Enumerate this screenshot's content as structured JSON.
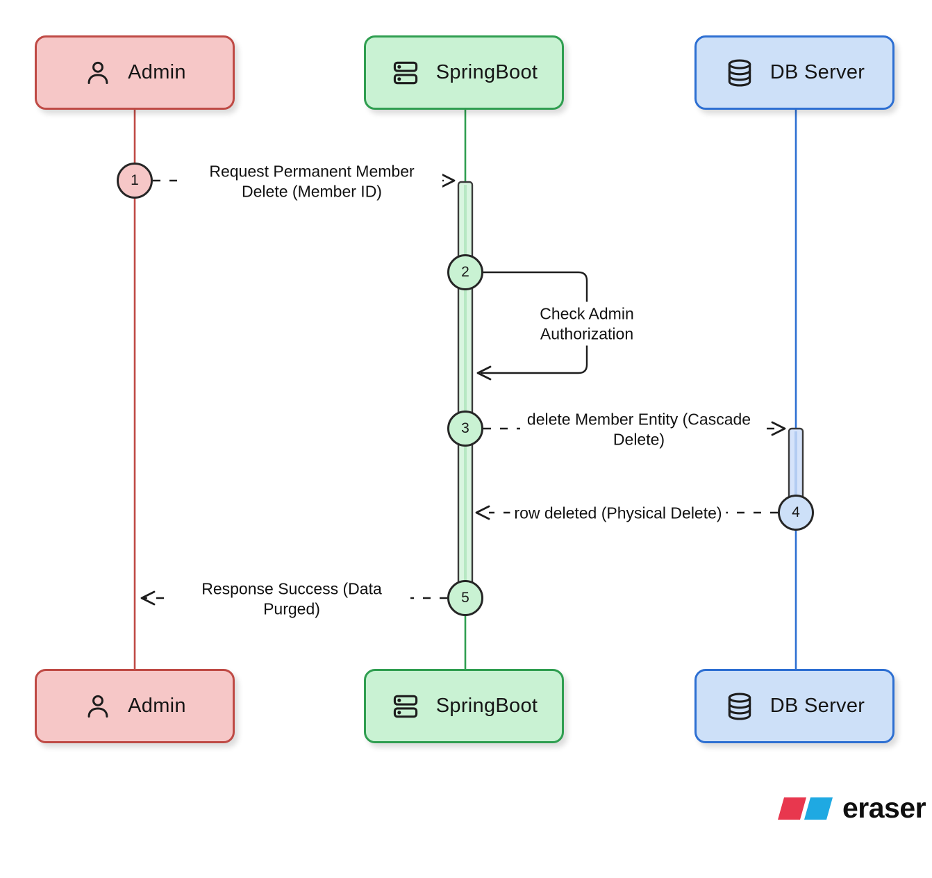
{
  "actors": [
    {
      "name": "Admin",
      "icon": "person-icon",
      "fill": "#f6c7c7",
      "stroke": "#bf4a45"
    },
    {
      "name": "SpringBoot",
      "icon": "server-icon",
      "fill": "#c9f2d3",
      "stroke": "#2f9e50"
    },
    {
      "name": "DB Server",
      "icon": "database-icon",
      "fill": "#cde0f8",
      "stroke": "#2d6fd2"
    }
  ],
  "steps": [
    {
      "num": "1",
      "label": "Request Permanent Member Delete (Member ID)",
      "from": "Admin",
      "to": "SpringBoot",
      "line": "dashed-arrow"
    },
    {
      "num": "2",
      "label": "Check Admin Authorization",
      "from": "SpringBoot",
      "to": "SpringBoot",
      "line": "self-loop"
    },
    {
      "num": "3",
      "label": "delete Member Entity (Cascade Delete)",
      "from": "SpringBoot",
      "to": "DB Server",
      "line": "dashed-arrow"
    },
    {
      "num": "4",
      "label": "row deleted (Physical Delete)",
      "from": "DB Server",
      "to": "SpringBoot",
      "line": "dashed-arrow"
    },
    {
      "num": "5",
      "label": "Response Success (Data Purged)",
      "from": "SpringBoot",
      "to": "Admin",
      "line": "dashed-arrow"
    }
  ],
  "activations": [
    {
      "actor": "SpringBoot",
      "fill": "#d9f5e0"
    },
    {
      "actor": "DB Server",
      "fill": "#d5e3fa"
    }
  ],
  "watermark": {
    "label": "eraser",
    "mark_red": "#e8374e",
    "mark_blue": "#1fa9e2"
  }
}
